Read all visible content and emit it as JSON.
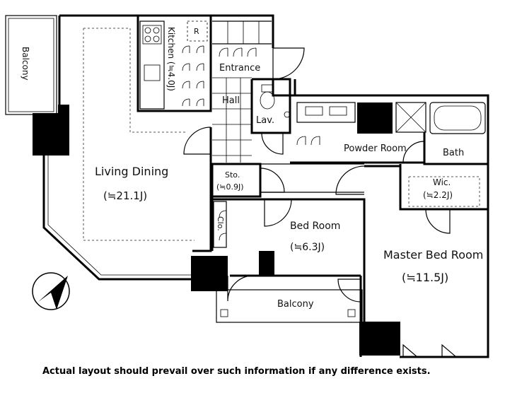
{
  "rooms": {
    "balcony_west": "Balcony",
    "kitchen": "Kitchen (≒4.0J)",
    "refrigerator_mark": "R",
    "entrance": "Entrance",
    "hall": "Hall",
    "lavatory": "Lav.",
    "living_dining": "Living Dining",
    "living_dining_size": "(≒21.1J)",
    "powder_room": "Powder Room",
    "bath": "Bath",
    "storage": "Sto.",
    "storage_size": "(≒0.9J)",
    "wic": "Wic.",
    "wic_size": "(≒2.2J)",
    "closet": "Clo.",
    "bed_room": "Bed Room",
    "bed_room_size": "(≒6.3J)",
    "master_bed_room": "Master Bed Room",
    "master_bed_room_size": "(≒11.5J)",
    "balcony_south": "Balcony"
  },
  "compass": {
    "direction": "north",
    "heading": "up-right"
  },
  "disclaimer": "Actual layout should prevail over such information if any difference exists."
}
